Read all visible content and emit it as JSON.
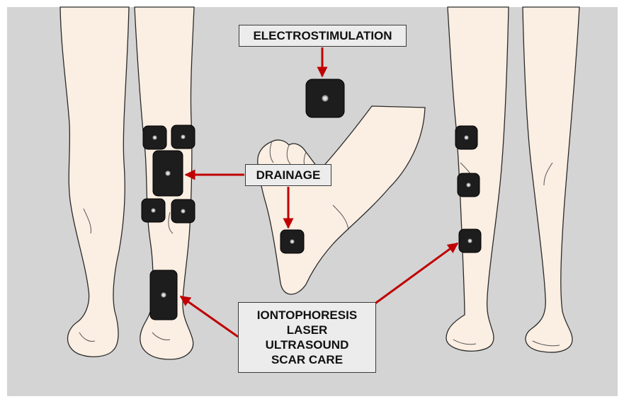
{
  "labels": {
    "electrostimulation": "ELECTROSTIMULATION",
    "drainage": "DRAINAGE",
    "treatments": [
      "IONTOPHORESIS",
      "LASER",
      "ULTRASOUND",
      "SCAR CARE"
    ]
  },
  "colors": {
    "background": "#d4d4d4",
    "skin": "#fbeee2",
    "outline": "#2a2a2a",
    "electrode": "#1d1d1d",
    "arrow": "#c00000",
    "label_fill": "#ececec"
  }
}
